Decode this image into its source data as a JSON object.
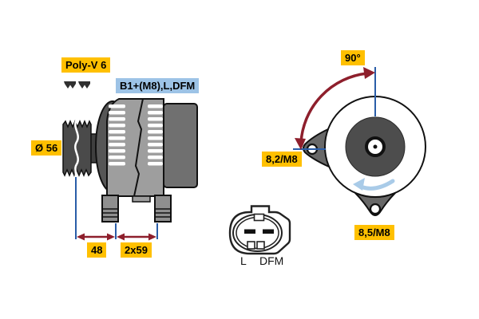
{
  "diagram_type": "alternator-technical-drawing",
  "side_view": {
    "belt_type_label": "Poly-V 6",
    "terminal_label": "B1+(M8),L,DFM",
    "pulley_diameter_label": "Ø 56",
    "dim_pulley_to_foot": "48",
    "dim_foot_spacing": "2x59"
  },
  "rear_view": {
    "mounting_angle_label": "90°",
    "side_lug_hole_label": "8,2/M8",
    "bottom_lug_hole_label": "8,5/M8"
  },
  "connector": {
    "pin_left_label": "L",
    "pin_right_label": "DFM"
  },
  "icons": {
    "belt_profile": "poly-v-belt-profile-icon",
    "rotation_arrow": "counterclockwise-rotation-arrow-icon",
    "angle_arc": "90-degree-arc-arrow-icon"
  },
  "colors": {
    "label_yellow": "#ffc000",
    "label_blue": "#9dc3e6",
    "dimension_line_blue": "#2a5da8",
    "dimension_arrow_maroon": "#8e1f2c",
    "rotation_arrow_blue": "#a9cbe8",
    "body_gray": "#9e9e9e",
    "dark_gray": "#4a4a4a",
    "rear_housing_gray": "#707070",
    "background": "#ffffff"
  }
}
